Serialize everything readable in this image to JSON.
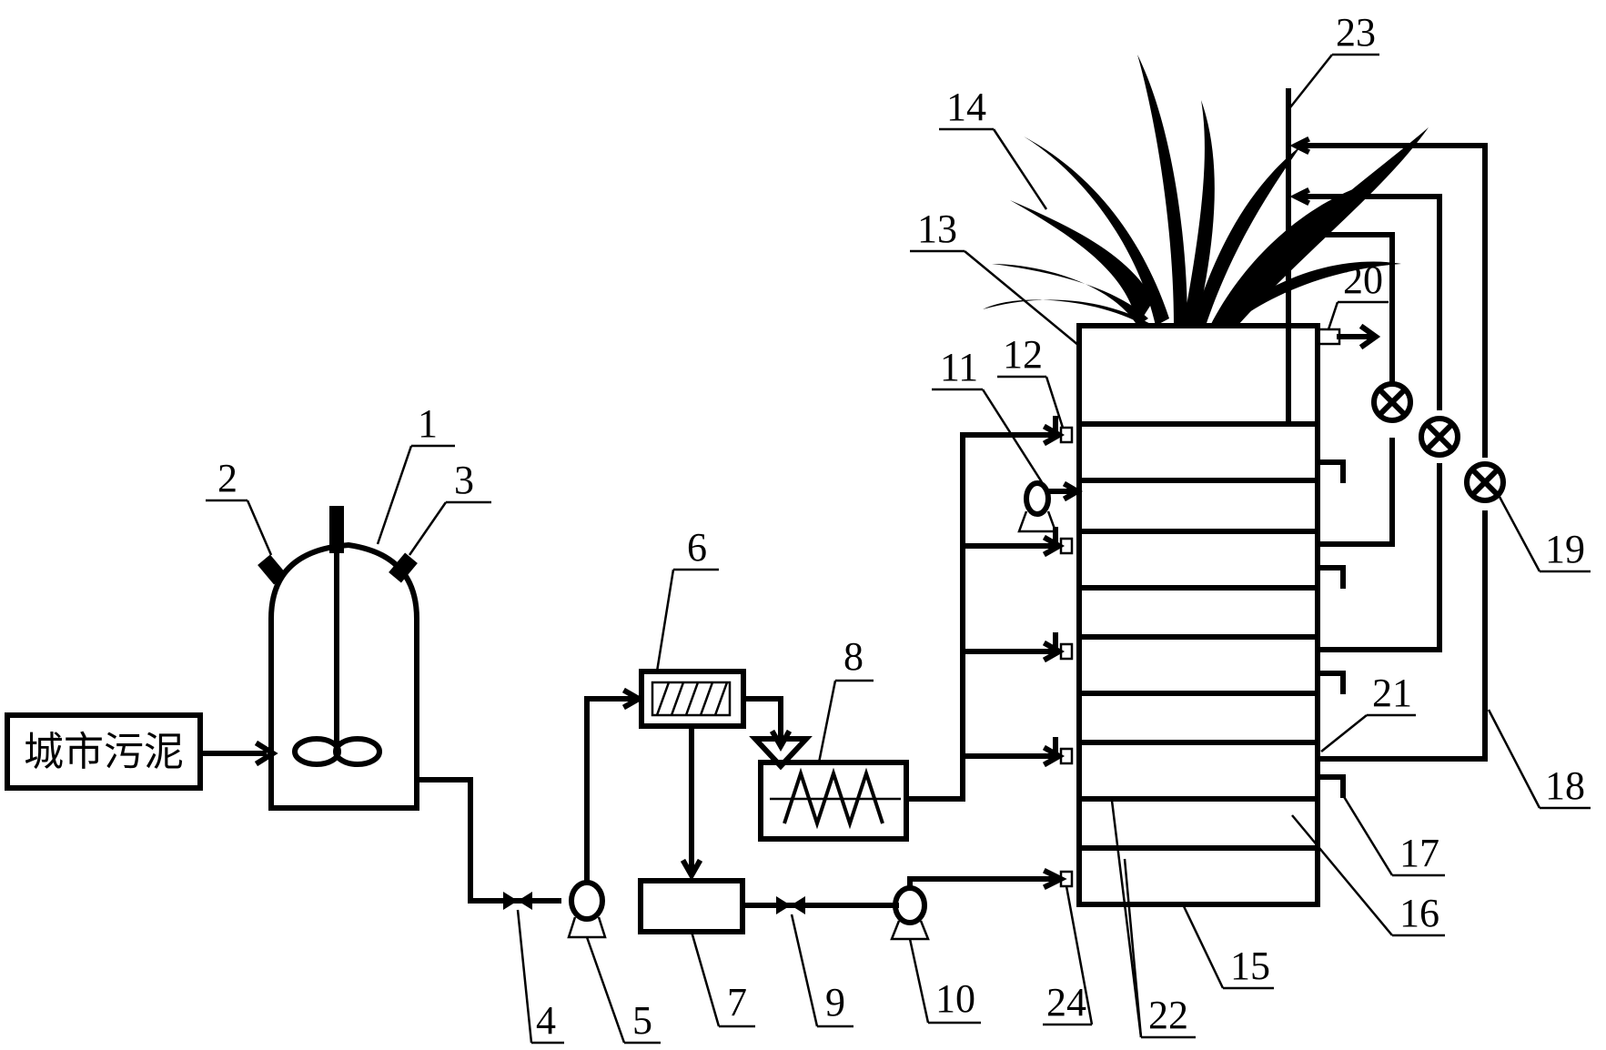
{
  "source_box": {
    "label": "城市污泥"
  },
  "labels": [
    {
      "id": "1",
      "text": "1"
    },
    {
      "id": "2",
      "text": "2"
    },
    {
      "id": "3",
      "text": "3"
    },
    {
      "id": "4",
      "text": "4"
    },
    {
      "id": "5",
      "text": "5"
    },
    {
      "id": "6",
      "text": "6"
    },
    {
      "id": "7",
      "text": "7"
    },
    {
      "id": "8",
      "text": "8"
    },
    {
      "id": "9",
      "text": "9"
    },
    {
      "id": "10",
      "text": "10"
    },
    {
      "id": "11",
      "text": "11"
    },
    {
      "id": "12",
      "text": "12"
    },
    {
      "id": "13",
      "text": "13"
    },
    {
      "id": "14",
      "text": "14"
    },
    {
      "id": "15",
      "text": "15"
    },
    {
      "id": "16",
      "text": "16"
    },
    {
      "id": "17",
      "text": "17"
    },
    {
      "id": "18",
      "text": "18"
    },
    {
      "id": "19",
      "text": "19"
    },
    {
      "id": "20",
      "text": "20"
    },
    {
      "id": "21",
      "text": "21"
    },
    {
      "id": "22",
      "text": "22"
    },
    {
      "id": "23",
      "text": "23"
    },
    {
      "id": "24",
      "text": "24"
    }
  ]
}
